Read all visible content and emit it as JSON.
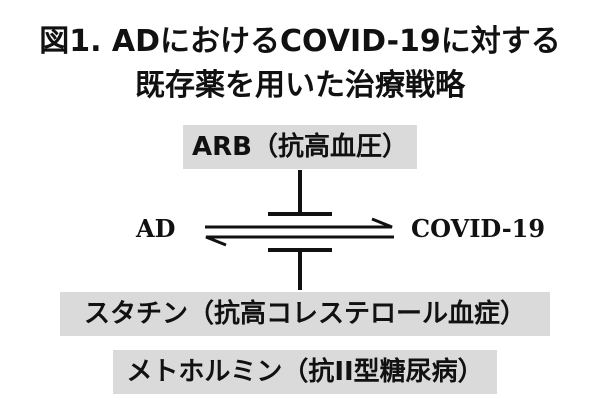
{
  "title": {
    "line1": "図1.  ADにおけるCOVID-19に対する",
    "line2": "既存薬を用いた治療戦略"
  },
  "drugs": {
    "arb": "ARB（抗高血圧）",
    "statin": "スタチン（抗高コレステロール血症）",
    "metformin": "メトホルミン（抗II型糖尿病）"
  },
  "nodes": {
    "left": "AD",
    "right": "COVID-19"
  },
  "colors": {
    "box_fill": "#dadada",
    "line": "#111111"
  },
  "icons": {
    "inhibit_top": "inhibition-bar-icon",
    "inhibit_bottom": "inhibition-bar-icon",
    "arrow_right": "arrow-right-icon",
    "arrow_left": "arrow-left-icon"
  }
}
